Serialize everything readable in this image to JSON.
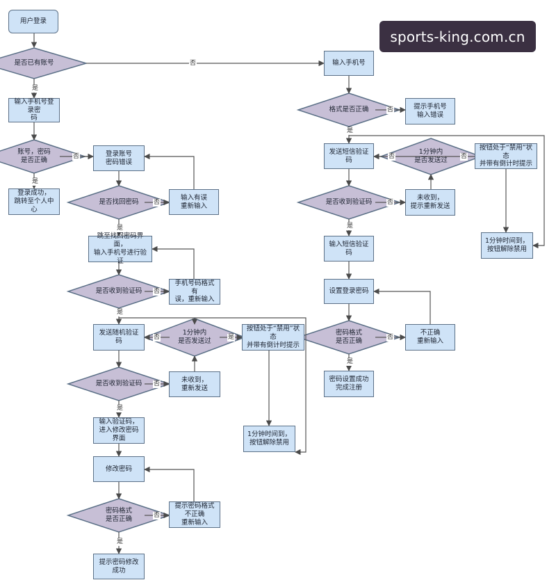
{
  "watermark": "sports-king.com.cn",
  "nodes": {
    "start": "用户登录",
    "has_account": "是否已有账号",
    "enter_phone_pwd": "输入手机号登录密\n码",
    "acct_pwd_correct": "账号，密码\n是否正确",
    "login_success": "登录成功，\n跳转至个人中心",
    "login_error": "登录账号\n密码错误",
    "find_pwd": "是否找回密码",
    "input_error_retry": "输入有误\n重新输入",
    "goto_find_pwd": "跳至找回密码界面，\n输入手机号进行验证",
    "received_code_1": "是否收到验证码",
    "phone_format_error": "手机号码格式有\n误，重新输入",
    "send_random_code": "发送随机验证码",
    "sent_within_1min_l": "1分钟内\n是否发送过",
    "btn_disabled_l": "按钮处于“禁用”状态\n并带有倒计时提示",
    "received_code_2": "是否收到验证码",
    "not_received_resend": "未收到，\n重新发送",
    "timeout_enable_l": "1分钟时间到，\n按钮解除禁用",
    "input_code_modify": "输入验证码，\n进入修改密码界面",
    "modify_pwd": "修改密码",
    "pwd_format_correct_l": "密码格式\n是否正确",
    "pwd_format_hint": "提示密码格式\n不正确\n重新输入",
    "pwd_modify_success": "提示密码修改成功",
    "enter_phone": "输入手机号",
    "format_correct": "格式是否正确",
    "hint_phone_error": "提示手机号\n输入错误",
    "send_sms_code": "发送短信验证码",
    "sent_within_1min_r": "1分钟内\n是否发送过",
    "btn_disabled_r": "按钮处于“禁用”状态\n并带有倒计时提示",
    "received_code_r": "是否收到验证码",
    "not_received_hint": "未收到，\n提示重新发送",
    "timeout_enable_r": "1分钟时间到，\n按钮解除禁用",
    "input_sms_code": "输入短信验证码",
    "set_login_pwd": "设置登录密码",
    "pwd_format_correct_r": "密码格式\n是否正确",
    "incorrect_retry": "不正确\n重新输入",
    "pwd_set_success": "密码设置成功\n完成注册"
  },
  "edge_labels": {
    "yes": "是",
    "no": "否"
  },
  "colors": {
    "process_fill": "#cfe3f7",
    "decision_fill": "#c7bfd6",
    "stroke": "#5a6f86",
    "watermark_bg": "#3b3042"
  }
}
